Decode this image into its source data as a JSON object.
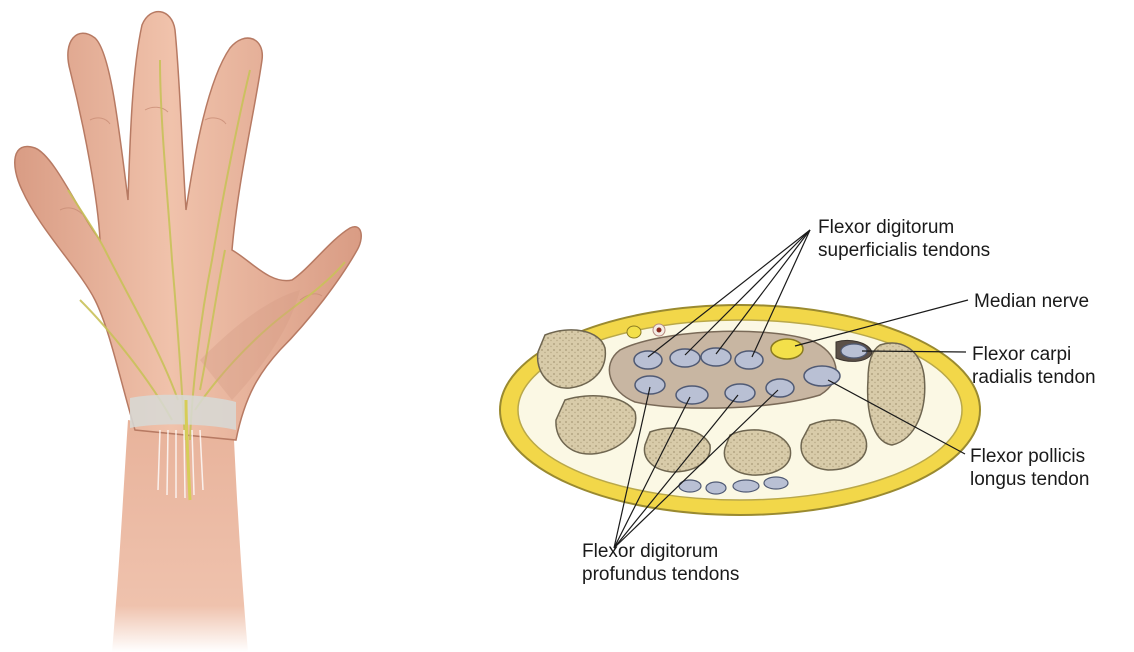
{
  "colors": {
    "skin": "#eab79f",
    "skin_shadow": "#c98d76",
    "nerve": "#c9c25a",
    "retinaculum": "#d7d9d6",
    "fat_ring": "#f2d749",
    "fat_ring_edge": "#9a8a30",
    "carpal_interior": "#fbf8e4",
    "bone": "#d8cba9",
    "bone_edge": "#6f6650",
    "tunnel": "#c8b6a2",
    "tendon": "#b9c0d4",
    "tendon_edge": "#505a74",
    "median_nerve": "#f3e04a",
    "vessel": "#8b2a1e"
  },
  "icons": [
    "hand-illustration",
    "wrist-cross-section"
  ],
  "labels": {
    "fds": [
      "Flexor digitorum",
      "superficialis tendons"
    ],
    "median": "Median nerve",
    "fcr": [
      "Flexor carpi",
      "radialis tendon"
    ],
    "fpl": [
      "Flexor pollicis",
      "longus tendon"
    ],
    "fdp": [
      "Flexor digitorum",
      "profundus tendons"
    ]
  }
}
